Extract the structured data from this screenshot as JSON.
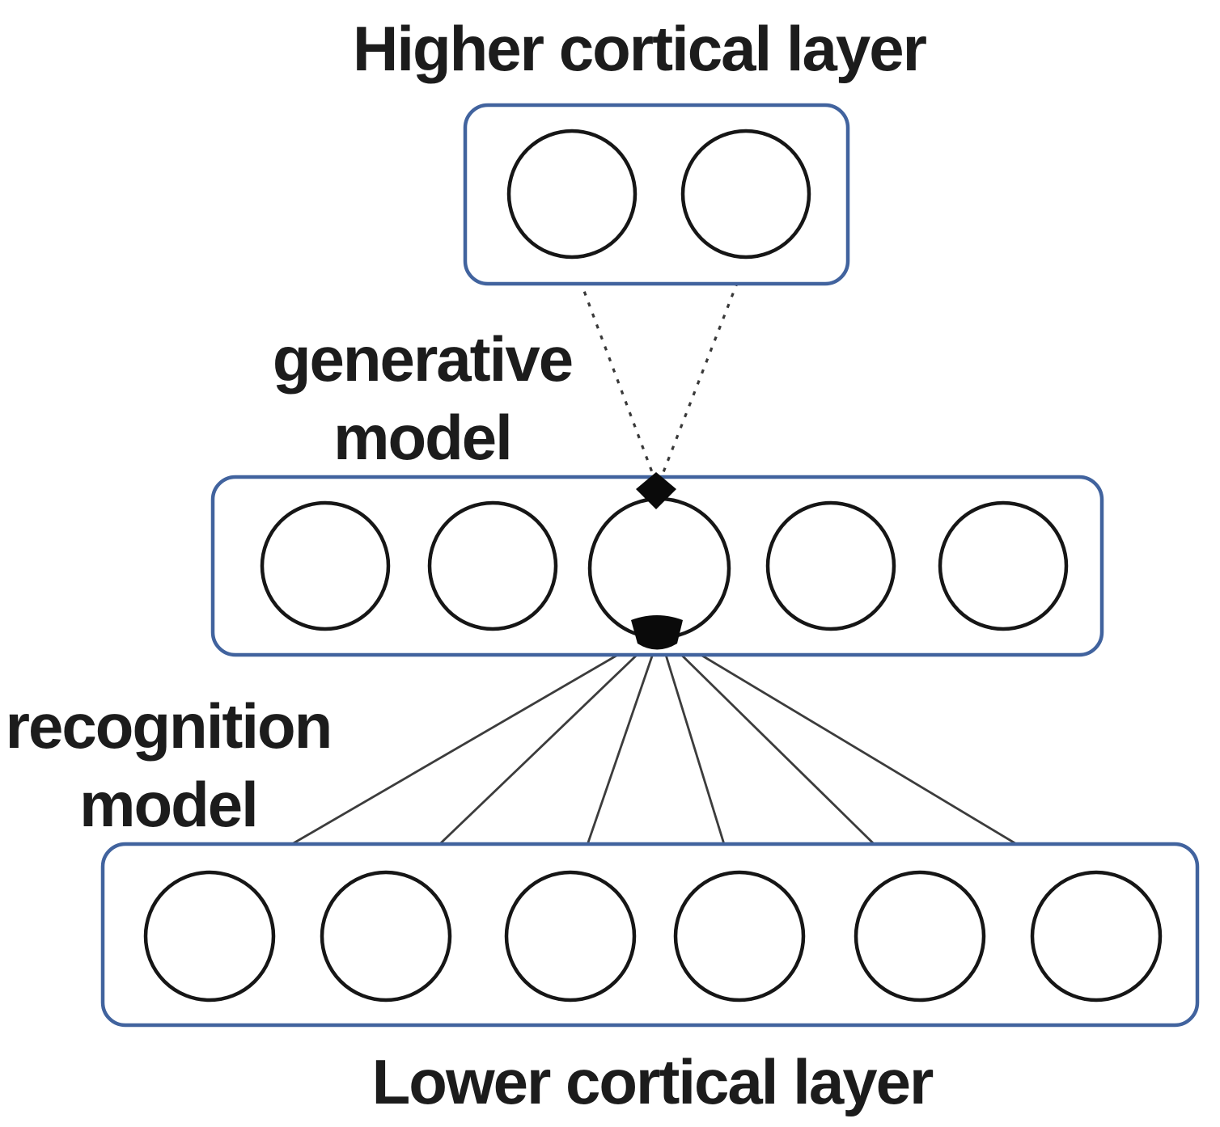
{
  "diagram": {
    "higher_layer": {
      "title": "Higher cortical layer",
      "neuron_count": 2
    },
    "middle_layer": {
      "neuron_count": 5,
      "highlighted_neuron": "center neuron receives generative arrow on top and emits recognition fan at bottom"
    },
    "lower_layer": {
      "title": "Lower cortical layer",
      "neuron_count": 6
    },
    "connections": {
      "generative": {
        "label": "generative\nmodel",
        "line_style": "dashed",
        "line_count": 2,
        "target": "middle-layer center neuron (arrowhead at top)"
      },
      "recognition": {
        "label": "recognition\nmodel",
        "line_style": "solid",
        "line_count": 6,
        "target": "middle-layer center neuron (filled wedge at bottom)"
      }
    },
    "colors": {
      "background": "#ffffff",
      "box_border": "#41639e",
      "neuron_stroke": "#161616",
      "connection_line": "#3a3a3a",
      "arrow_fill": "#0a0a0a",
      "text": "#1c1c1c"
    }
  }
}
